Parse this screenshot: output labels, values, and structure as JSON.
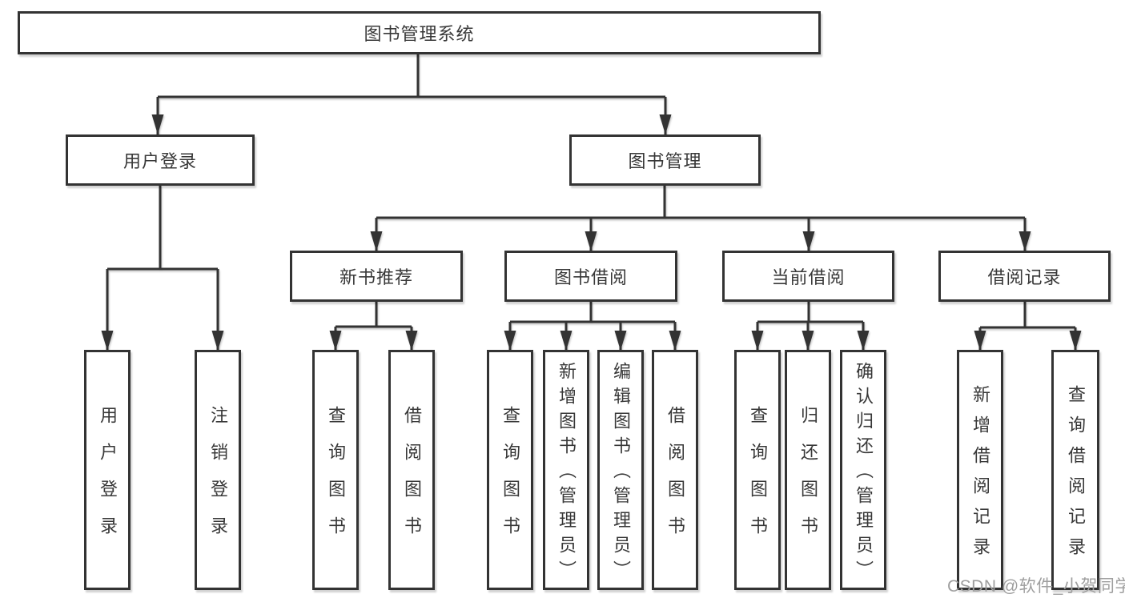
{
  "tree": {
    "root": {
      "label": "图书管理系统",
      "children": [
        {
          "label": "用户登录",
          "children": [
            {
              "label": "用户登录"
            },
            {
              "label": "注销登录"
            }
          ]
        },
        {
          "label": "图书管理",
          "children": [
            {
              "label": "新书推荐",
              "children": [
                {
                  "label": "查询图书"
                },
                {
                  "label": "借阅图书"
                }
              ]
            },
            {
              "label": "图书借阅",
              "children": [
                {
                  "label": "查询图书"
                },
                {
                  "label": "新增图书（管理员）"
                },
                {
                  "label": "编辑图书（管理员）"
                },
                {
                  "label": "借阅图书"
                }
              ]
            },
            {
              "label": "当前借阅",
              "children": [
                {
                  "label": "查询图书"
                },
                {
                  "label": "归还图书"
                },
                {
                  "label": "确认归还（管理员）"
                }
              ]
            },
            {
              "label": "借阅记录",
              "children": [
                {
                  "label": "新增借阅记录"
                },
                {
                  "label": "查询借阅记录"
                }
              ]
            }
          ]
        }
      ]
    }
  },
  "watermark": {
    "text": "CSDN @软件_小贺同学"
  },
  "colors": {
    "line": "#333333",
    "box_border": "#333333",
    "box_fill": "#ffffff",
    "text": "#383838",
    "watermark": "#9f9f9f",
    "background": "#ffffff"
  }
}
